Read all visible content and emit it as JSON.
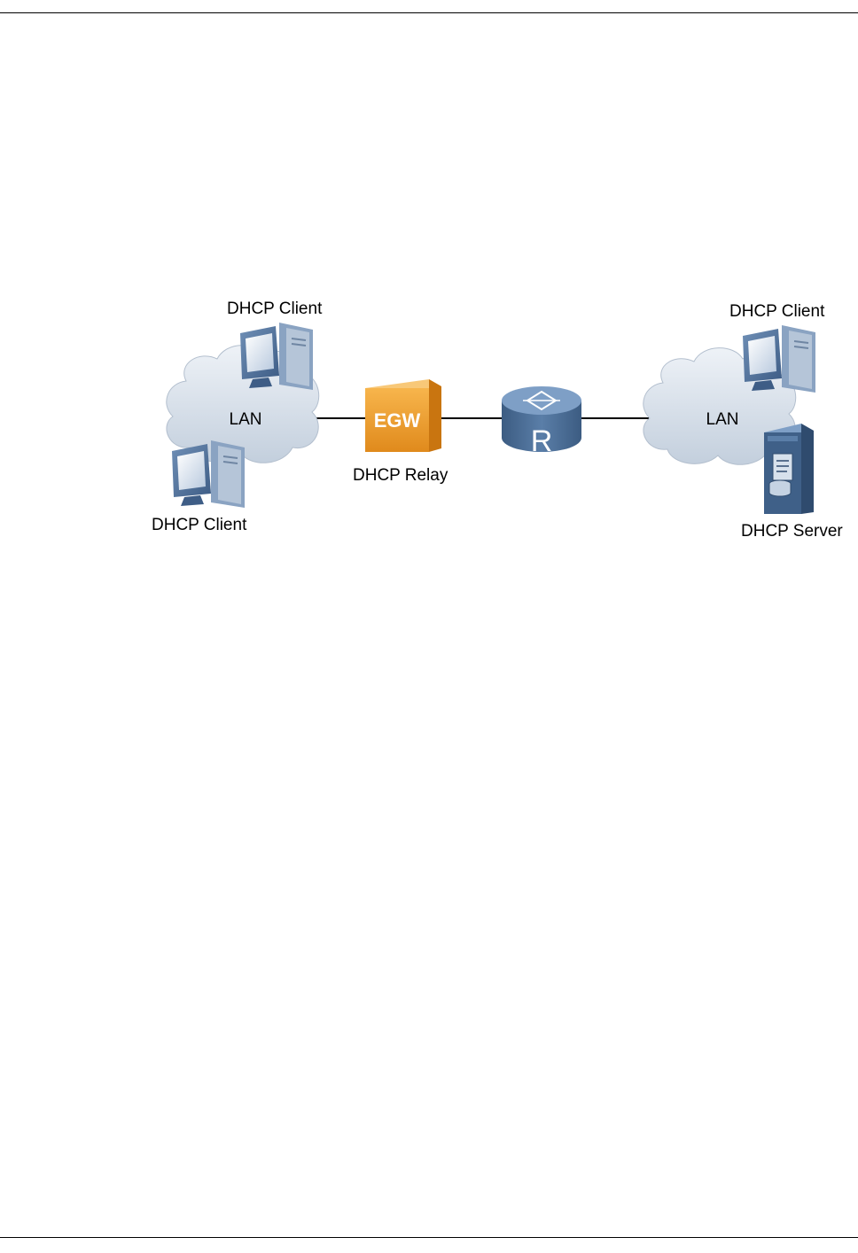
{
  "diagram": {
    "nodes": {
      "client_top_left": "DHCP Client",
      "client_bottom_left": "DHCP Client",
      "lan_left": "LAN",
      "relay": "DHCP Relay",
      "relay_device_text": "EGW",
      "router_letter": "R",
      "lan_right": "LAN",
      "client_right": "DHCP Client",
      "server": "DHCP Server"
    }
  },
  "colors": {
    "cloud": "#cfd8e4",
    "device_blue": "#4d6f96",
    "relay_orange": "#f0a032",
    "link": "#000000"
  }
}
